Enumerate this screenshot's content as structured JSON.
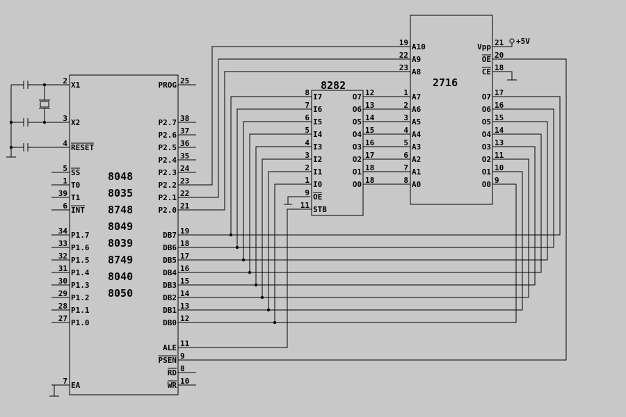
{
  "mcu": {
    "names": [
      "8048",
      "8035",
      "8748",
      "8049",
      "8039",
      "8749",
      "8040",
      "8050"
    ],
    "left_pins": [
      {
        "num": "2",
        "label": "X1",
        "bar": false
      },
      {
        "num": "3",
        "label": "X2",
        "bar": false
      },
      {
        "num": "4",
        "label": "RESET",
        "bar": true
      },
      {
        "num": "5",
        "label": "SS",
        "bar": true
      },
      {
        "num": "1",
        "label": "T0",
        "bar": false
      },
      {
        "num": "39",
        "label": "T1",
        "bar": false
      },
      {
        "num": "6",
        "label": "INT",
        "bar": true
      },
      {
        "num": "34",
        "label": "P1.7",
        "bar": false
      },
      {
        "num": "33",
        "label": "P1.6",
        "bar": false
      },
      {
        "num": "32",
        "label": "P1.5",
        "bar": false
      },
      {
        "num": "31",
        "label": "P1.4",
        "bar": false
      },
      {
        "num": "30",
        "label": "P1.3",
        "bar": false
      },
      {
        "num": "29",
        "label": "P1.2",
        "bar": false
      },
      {
        "num": "28",
        "label": "P1.1",
        "bar": false
      },
      {
        "num": "27",
        "label": "P1.0",
        "bar": false
      },
      {
        "num": "7",
        "label": "EA",
        "bar": false
      }
    ],
    "right_pins": [
      {
        "num": "25",
        "label": "PROG",
        "bar": false
      },
      {
        "num": "38",
        "label": "P2.7",
        "bar": false
      },
      {
        "num": "37",
        "label": "P2.6",
        "bar": false
      },
      {
        "num": "36",
        "label": "P2.5",
        "bar": false
      },
      {
        "num": "35",
        "label": "P2.4",
        "bar": false
      },
      {
        "num": "24",
        "label": "P2.3",
        "bar": false
      },
      {
        "num": "23",
        "label": "P2.2",
        "bar": false
      },
      {
        "num": "22",
        "label": "P2.1",
        "bar": false
      },
      {
        "num": "21",
        "label": "P2.0",
        "bar": false
      },
      {
        "num": "19",
        "label": "DB7",
        "bar": false
      },
      {
        "num": "18",
        "label": "DB6",
        "bar": false
      },
      {
        "num": "17",
        "label": "DB5",
        "bar": false
      },
      {
        "num": "16",
        "label": "DB4",
        "bar": false
      },
      {
        "num": "15",
        "label": "DB3",
        "bar": false
      },
      {
        "num": "14",
        "label": "DB2",
        "bar": false
      },
      {
        "num": "13",
        "label": "DB1",
        "bar": false
      },
      {
        "num": "12",
        "label": "DB0",
        "bar": false
      },
      {
        "num": "11",
        "label": "ALE",
        "bar": false
      },
      {
        "num": "9",
        "label": "PSEN",
        "bar": true
      },
      {
        "num": "8",
        "label": "RD",
        "bar": true
      },
      {
        "num": "10",
        "label": "WR",
        "bar": true
      }
    ]
  },
  "latch": {
    "name": "8282",
    "left_pins": [
      {
        "num": "8",
        "label": "I7"
      },
      {
        "num": "7",
        "label": "I6"
      },
      {
        "num": "6",
        "label": "I5"
      },
      {
        "num": "5",
        "label": "I4"
      },
      {
        "num": "4",
        "label": "I3"
      },
      {
        "num": "3",
        "label": "I2"
      },
      {
        "num": "2",
        "label": "I1"
      },
      {
        "num": "1",
        "label": "I0"
      },
      {
        "num": "9",
        "label": "OE",
        "bar": true
      },
      {
        "num": "11",
        "label": "STB"
      }
    ],
    "right_pins": [
      {
        "num": "12",
        "label": "O7"
      },
      {
        "num": "13",
        "label": "O6"
      },
      {
        "num": "14",
        "label": "O5"
      },
      {
        "num": "15",
        "label": "O4"
      },
      {
        "num": "16",
        "label": "O3"
      },
      {
        "num": "17",
        "label": "O2"
      },
      {
        "num": "18",
        "label": "O1"
      },
      {
        "num": "18",
        "label": "O0"
      }
    ]
  },
  "eprom": {
    "name": "2716",
    "left_pins": [
      {
        "num": "19",
        "label": "A10"
      },
      {
        "num": "22",
        "label": "A9"
      },
      {
        "num": "23",
        "label": "A8"
      },
      {
        "num": "1",
        "label": "A7"
      },
      {
        "num": "2",
        "label": "A6"
      },
      {
        "num": "3",
        "label": "A5"
      },
      {
        "num": "4",
        "label": "A4"
      },
      {
        "num": "5",
        "label": "A3"
      },
      {
        "num": "6",
        "label": "A2"
      },
      {
        "num": "7",
        "label": "A1"
      },
      {
        "num": "8",
        "label": "A0"
      }
    ],
    "right_pins": [
      {
        "num": "21",
        "label": "Vpp",
        "bar": false
      },
      {
        "num": "20",
        "label": "OE",
        "bar": true
      },
      {
        "num": "18",
        "label": "CE",
        "bar": true
      },
      {
        "num": "17",
        "label": "O7",
        "bar": false
      },
      {
        "num": "16",
        "label": "O6",
        "bar": false
      },
      {
        "num": "15",
        "label": "O5",
        "bar": false
      },
      {
        "num": "14",
        "label": "O4",
        "bar": false
      },
      {
        "num": "13",
        "label": "O3",
        "bar": false
      },
      {
        "num": "11",
        "label": "O2",
        "bar": false
      },
      {
        "num": "10",
        "label": "O1",
        "bar": false
      },
      {
        "num": "9",
        "label": "O0",
        "bar": false
      }
    ],
    "vpp_supply": "+5V"
  }
}
